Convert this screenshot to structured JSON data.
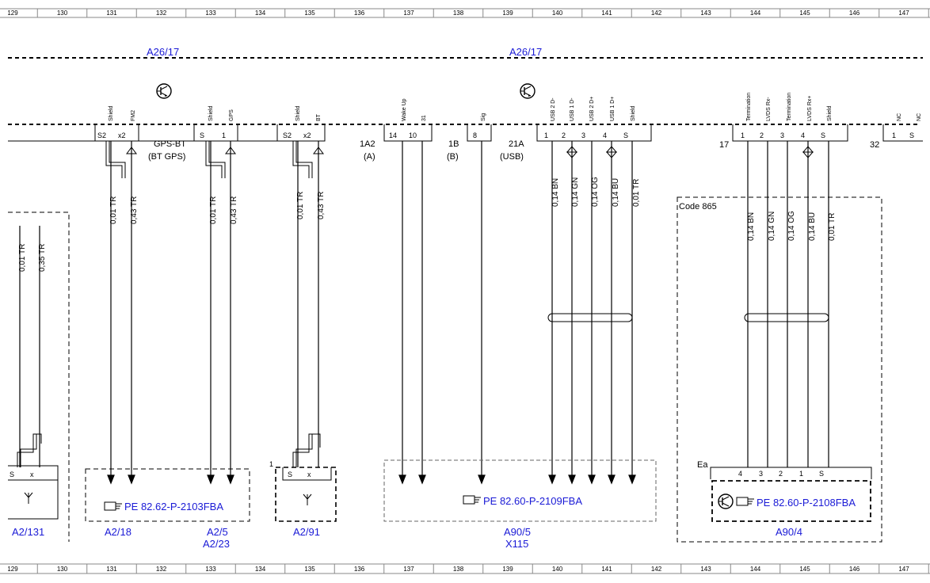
{
  "ruler": [
    "129",
    "130",
    "131",
    "132",
    "133",
    "134",
    "135",
    "136",
    "137",
    "138",
    "139",
    "140",
    "141",
    "142",
    "143",
    "144",
    "145",
    "146",
    "147"
  ],
  "title_left": "A26/17",
  "title_right": "A26/17",
  "connectors": {
    "gps_bt": {
      "name": "GPS-BT",
      "sub": "(BT GPS)"
    },
    "c1a2": {
      "name": "1A2",
      "sub": "(A)"
    },
    "c1b": {
      "name": "1B",
      "sub": "(B)"
    },
    "c21a": {
      "name": "21A",
      "sub": "(USB)"
    },
    "c17": {
      "name": "17"
    },
    "c32": {
      "name": "32"
    }
  },
  "pin_labels": {
    "p131a": "Shield",
    "p131b": "FM2",
    "p133a": "Shield",
    "p133b": "GPS",
    "p135a": "Shield",
    "p135b": "BT",
    "p137a": "Wake Up",
    "p137b": "31",
    "p139": "Sig",
    "p140a": "USB 2 D-",
    "p140b": "USB 1 D-",
    "p141a": "USB 2 D+",
    "p141b": "USB 1 D+",
    "p141c": "Shield",
    "p144a": "Termination",
    "p144b": "LVDS Rx-",
    "p145a": "Termination",
    "p145b": "LVDS Rx+",
    "p145c": "Shield",
    "p147a": "NC",
    "p147b": "NC"
  },
  "pin_numbers": {
    "a1": "S2",
    "a2": "x2",
    "a3": "S",
    "a4": "1",
    "a5": "S2",
    "a6": "x2",
    "b1": "14",
    "b2": "10",
    "b3": "8",
    "b4": "1",
    "b5": "2",
    "b6": "3",
    "b7": "4",
    "b8": "S",
    "c1": "1",
    "c2": "2",
    "c3": "3",
    "c4": "4",
    "c5": "S",
    "d1": "1",
    "d2": "S"
  },
  "wires": {
    "w129a": "0,01 TR",
    "w129b": "0,35 TR",
    "w131a": "0,01 TR",
    "w131b": "0,43 TR",
    "w133a": "0,01 TR",
    "w133b": "0,43 TR",
    "w135a": "0,01 TR",
    "w135b": "0,43 TR",
    "w140a": "0,14 BN",
    "w140b": "0,14 GN",
    "w141a": "0,14 OG",
    "w141b": "0,14 BU",
    "w141c": "0,01 TR",
    "w144a": "0,14 BN",
    "w144b": "0,14 GN",
    "w144c": "0,14 OG",
    "w145a": "0,14 BU",
    "w145b": "0,01 TR"
  },
  "bottom_pins": {
    "s": "S",
    "x": "x",
    "n1": "1",
    "s2": "S",
    "x2": "x",
    "ea": "Ea",
    "e4": "4",
    "e3": "3",
    "e2": "2",
    "e1": "1",
    "es": "S"
  },
  "code_label": "Code 865",
  "refs": {
    "r1": "PE 82.62-P-2103FBA",
    "r2": "PE 82.60-P-2109FBA",
    "r3": "PE 82.60-P-2108FBA"
  },
  "components": {
    "k1": "A2/131",
    "k2": "A2/18",
    "k3": "A2/5",
    "k4": "A2/23",
    "k5": "A2/91",
    "k6": "A90/5",
    "k7": "X115",
    "k8": "A90/4"
  },
  "icons": [
    "transistor-icon",
    "hand-pointer-icon",
    "antenna-icon",
    "connector-arrow-icon"
  ]
}
